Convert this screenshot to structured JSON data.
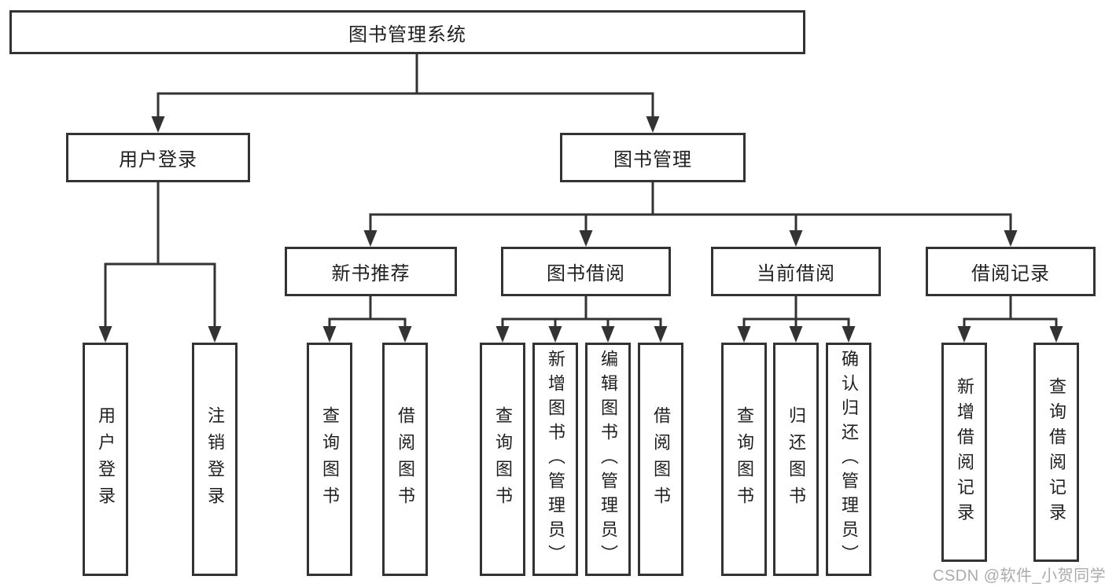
{
  "diagram": {
    "title": "图书管理系统",
    "level2": {
      "user_login": "用户登录",
      "book_management": "图书管理"
    },
    "level3": {
      "new_book_recommend": "新书推荐",
      "book_borrow": "图书借阅",
      "current_borrow": "当前借阅",
      "borrow_record": "借阅记录"
    },
    "leaves": {
      "user_login": [
        "用户登录",
        "注销登录"
      ],
      "new_book_recommend": [
        "查询图书",
        "借阅图书"
      ],
      "book_borrow": [
        "查询图书",
        "新增图书（管理员）",
        "编辑图书（管理员）",
        "借阅图书"
      ],
      "current_borrow": [
        "查询图书",
        "归还图书",
        "确认归还（管理员）"
      ],
      "borrow_record": [
        "新增借阅记录",
        "查询借阅记录"
      ]
    }
  },
  "watermark": "CSDN @软件_小贺同学",
  "colors": {
    "line": "#333333",
    "box_background": "#ffffff",
    "text": "#1f1f1f",
    "watermark": "#ababab",
    "page_background": "#ffffff"
  }
}
